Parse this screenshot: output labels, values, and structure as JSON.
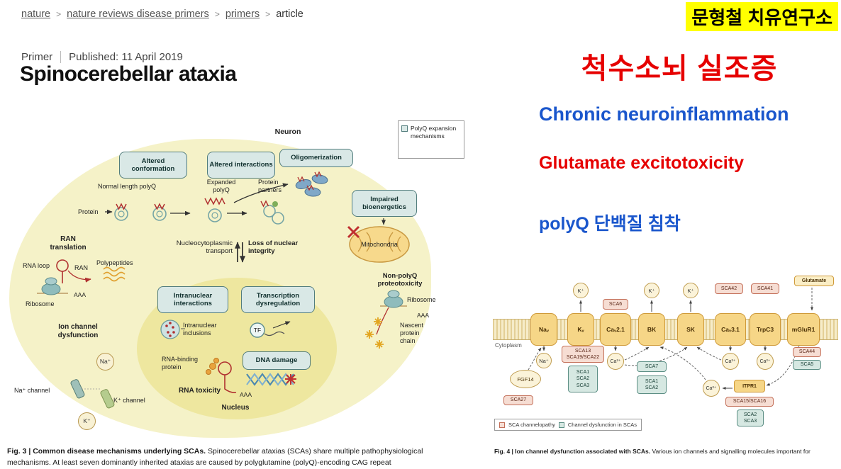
{
  "breadcrumb": {
    "separator": ">",
    "items": [
      "nature",
      "nature reviews disease primers",
      "primers",
      "article"
    ]
  },
  "article": {
    "kicker": "Primer",
    "published": "Published: 11 April 2019",
    "title": "Spinocerebellar ataxia"
  },
  "annotations": {
    "lab": "문형철 치유연구소",
    "heading": "척수소뇌 실조증",
    "point1": "Chronic neuroinflammation",
    "point2": "Glutamate excitotoxicity",
    "point3": "polyQ 단백질 침착",
    "colors": {
      "highlight": "#ffff00",
      "red": "#e60000",
      "blue": "#1a56cc"
    }
  },
  "fig3": {
    "legend": "PolyQ expansion mechanisms",
    "labels": {
      "neuron": "Neuron",
      "altered_conformation": "Altered conformation",
      "altered_interactions": "Altered interactions",
      "oligomerization": "Oligomerization",
      "impaired_bioenergetics": "Impaired bioenergetics",
      "normal_length_polyq": "Normal length polyQ",
      "expanded_polyq": "Expanded polyQ",
      "protein": "Protein",
      "protein_partners": "Protein partners",
      "ran_translation": "RAN translation",
      "rna_loop": "RNA loop",
      "ran": "RAN",
      "polypeptides": "Polypeptides",
      "ribosome1": "Ribosome",
      "aaa1": "AAA",
      "nucleocytoplasmic_transport": "Nucleocytoplasmic transport",
      "loss_of_nuclear_integrity": "Loss of nuclear integrity",
      "mitochondria": "Mitochondria",
      "non_polyq_proteotoxicity": "Non-polyQ proteotoxicity",
      "ribosome2": "Ribosome",
      "aaa2": "AAA",
      "nascent_protein_chain": "Nascent protein chain",
      "intranuclear_interactions": "Intranuclear interactions",
      "transcription_dysregulation": "Transcription dysregulation",
      "tf": "TF",
      "dna_damage": "DNA damage",
      "intranuclear_inclusions": "Intranuclear inclusions",
      "rna_binding_protein": "RNA-binding protein",
      "rna_toxicity": "RNA toxicity",
      "aaa3": "AAA",
      "nucleus": "Nucleus",
      "ion_channel_dysfunction": "Ion channel dysfunction",
      "na_ion": "Na⁺",
      "na_channel": "Na⁺ channel",
      "k_channel": "K⁺ channel",
      "k_ion": "K⁺"
    },
    "caption": {
      "bold": "Fig. 3 | Common disease mechanisms underlying SCAs.",
      "rest": " Spinocerebellar ataxias (SCAs) share multiple pathophysiological",
      "line2": "mechanisms. At least seven dominantly inherited ataxias are caused by polyglutamine (polyQ)-encoding CAG repeat"
    },
    "palette": {
      "box_teal": "#d9e8e6",
      "box_teal_border": "#527d7d",
      "cell_yellow": "#f5f2c8",
      "nucleus_yellow": "#eee79f",
      "accent_red": "#b03030"
    }
  },
  "fig4": {
    "cytoplasm": "Cytoplasm",
    "channels": [
      "Naᵥ",
      "Kᵥ",
      "Caᵥ2.1",
      "BK",
      "SK",
      "Caᵥ3.1",
      "TrpC3",
      "mGluR1"
    ],
    "ions": {
      "k": "K⁺",
      "na": "Na⁺",
      "ca": "Ca²⁺"
    },
    "boxes": {
      "glutamate": "Glutamate",
      "sca6": "SCA6",
      "sca42": "SCA42",
      "sca41": "SCA41",
      "sca44": "SCA44",
      "sca5": "SCA5",
      "sca13": [
        "SCA13",
        "SCA19/SCA22"
      ],
      "sca123": [
        "SCA1",
        "SCA2",
        "SCA3"
      ],
      "sca7": "SCA7",
      "sca12": [
        "SCA1",
        "SCA2"
      ],
      "itpr1": "ITPR1",
      "sca15": "SCA15/SCA16",
      "sca23": [
        "SCA2",
        "SCA3"
      ],
      "fgf14": "FGF14",
      "sca27": "SCA27"
    },
    "legend": {
      "pink": "SCA channelopathy",
      "teal": "Channel dysfunction in SCAs"
    },
    "caption": {
      "bold": "Fig. 4 | Ion channel dysfunction associated with SCAs.",
      "rest": " Various ion channels and signalling molecules important for"
    },
    "palette": {
      "channel_fill": "#f6d687",
      "channel_border": "#cf9a3a",
      "channelopathy_pink": "#f6ddd3",
      "dysfunction_teal": "#d6e8e2"
    }
  }
}
